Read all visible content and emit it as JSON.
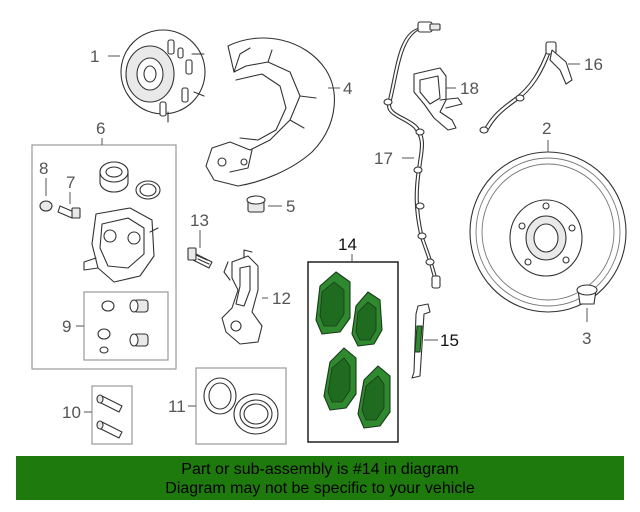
{
  "callouts": {
    "c1": "1",
    "c2": "2",
    "c3": "3",
    "c4": "4",
    "c5": "5",
    "c6": "6",
    "c7": "7",
    "c8": "8",
    "c9": "9",
    "c10": "10",
    "c11": "11",
    "c12": "12",
    "c13": "13",
    "c14": "14",
    "c15": "15",
    "c16": "16",
    "c17": "17",
    "c18": "18"
  },
  "banner": {
    "line1": "Part or sub-assembly is #14 in diagram",
    "line2": "Diagram may not be specific to your vehicle",
    "color": "#1f7a0e"
  },
  "colors": {
    "pad_green": "#2f8a2f",
    "highlight_box": "#111111",
    "group_box": "#999999"
  }
}
